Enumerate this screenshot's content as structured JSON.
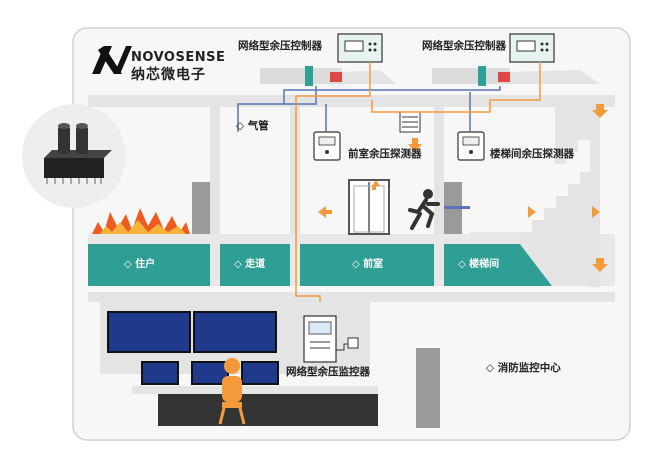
{
  "brand": {
    "name_en": "NOVOSENSE",
    "name_cn": "纳芯微电子"
  },
  "labels": {
    "controller_left": "网络型余压控制器",
    "controller_right": "网络型余压控制器",
    "gas_pipe": "◇ 气管",
    "front_room_detector": "前室余压探测器",
    "stair_detector": "楼梯间余压探测器",
    "monitor_device": "网络型余压监控器",
    "fire_control_center": "◇ 消防监控中心"
  },
  "zones": {
    "residence": "◇ 住户",
    "corridor": "◇ 走道",
    "front_room": "◇ 前室",
    "stairwell": "◇ 楼梯间"
  },
  "colors": {
    "teal": "#2f9e94",
    "orange": "#f29a3c",
    "blue_pipe": "#5a73b8",
    "fire": "#ef5a1f",
    "wall": "#e3e3e3"
  }
}
